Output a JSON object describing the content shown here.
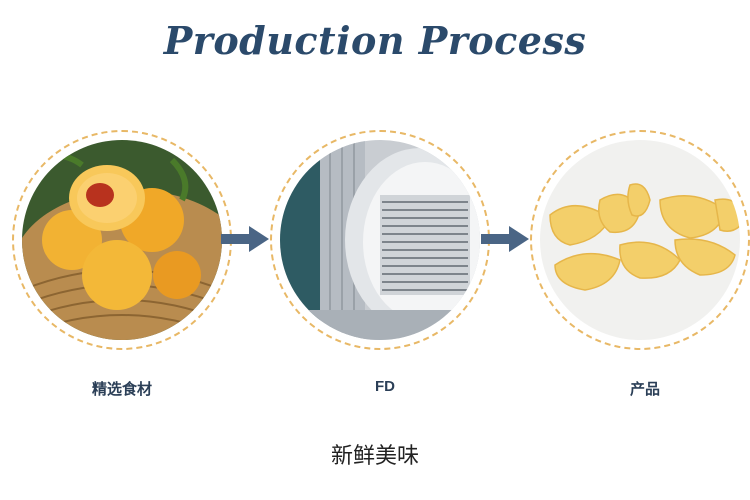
{
  "header": {
    "title": "Production Process"
  },
  "steps": [
    {
      "label": "精选食材",
      "image": "fresh-peaches-photo"
    },
    {
      "label": "FD",
      "image": "freeze-dryer-photo"
    },
    {
      "label": "产品",
      "image": "freeze-dried-peach-slices-photo"
    }
  ],
  "footer": {
    "tagline": "新鲜美味"
  },
  "colors": {
    "title": "#2b4a6b",
    "arrow": "#4a6585",
    "dashed_ring": "#e8b866"
  }
}
